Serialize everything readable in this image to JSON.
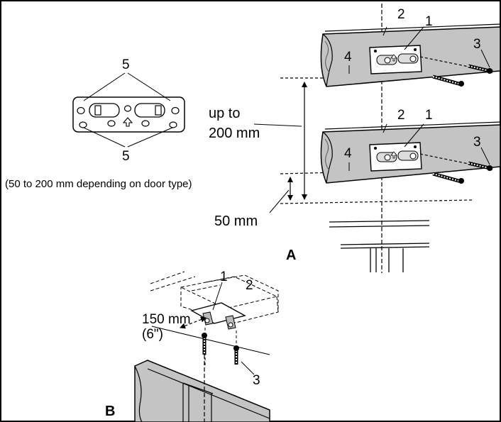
{
  "figure": {
    "plate_top_callout": "5",
    "plate_bottom_callout": "5",
    "range_label_line1": "up to",
    "range_label_line2": "200 mm",
    "range_note": "(50 to 200 mm depending on door type)",
    "min_label": "50 mm",
    "upper_bracket_callout": "1",
    "upper_centerline_callout": "2",
    "upper_screw_callout": "3",
    "upper_header_callout": "4",
    "lower_bracket_callout": "1",
    "lower_centerline_callout": "2",
    "lower_screw_callout": "3",
    "lower_header_callout": "4",
    "panel_a_label": "A",
    "ceiling_bracket_callout": "1",
    "ceiling_centerline_callout": "2",
    "offset_label_line1": "150 mm",
    "offset_label_line2": "(6\")",
    "ceiling_screw_callout": "3",
    "panel_b_label": "B"
  }
}
